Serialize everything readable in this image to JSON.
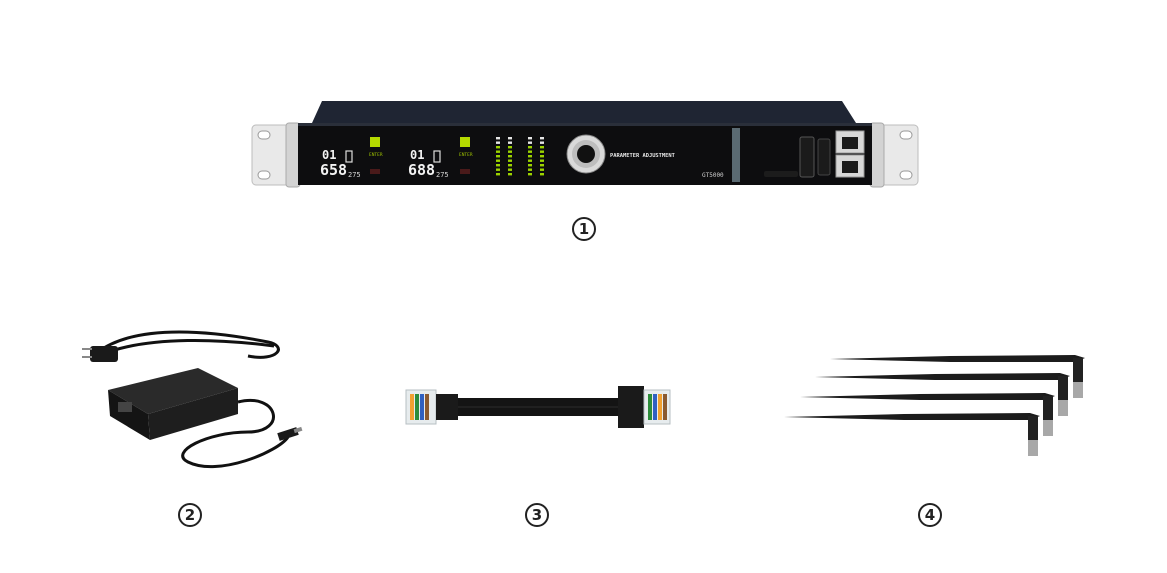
{
  "receiver": {
    "ch1": {
      "channel": "01",
      "freq": "658",
      "freq_sub": "275",
      "enter_label": "ENTER"
    },
    "ch2": {
      "channel": "01",
      "freq": "688",
      "freq_sub": "275",
      "enter_label": "ENTER"
    },
    "knob_label": "PARAMETER ADJUSTMENT",
    "model": "GT5000"
  },
  "labels": {
    "item1": "1",
    "item2": "2",
    "item3": "3",
    "item4": "4"
  }
}
